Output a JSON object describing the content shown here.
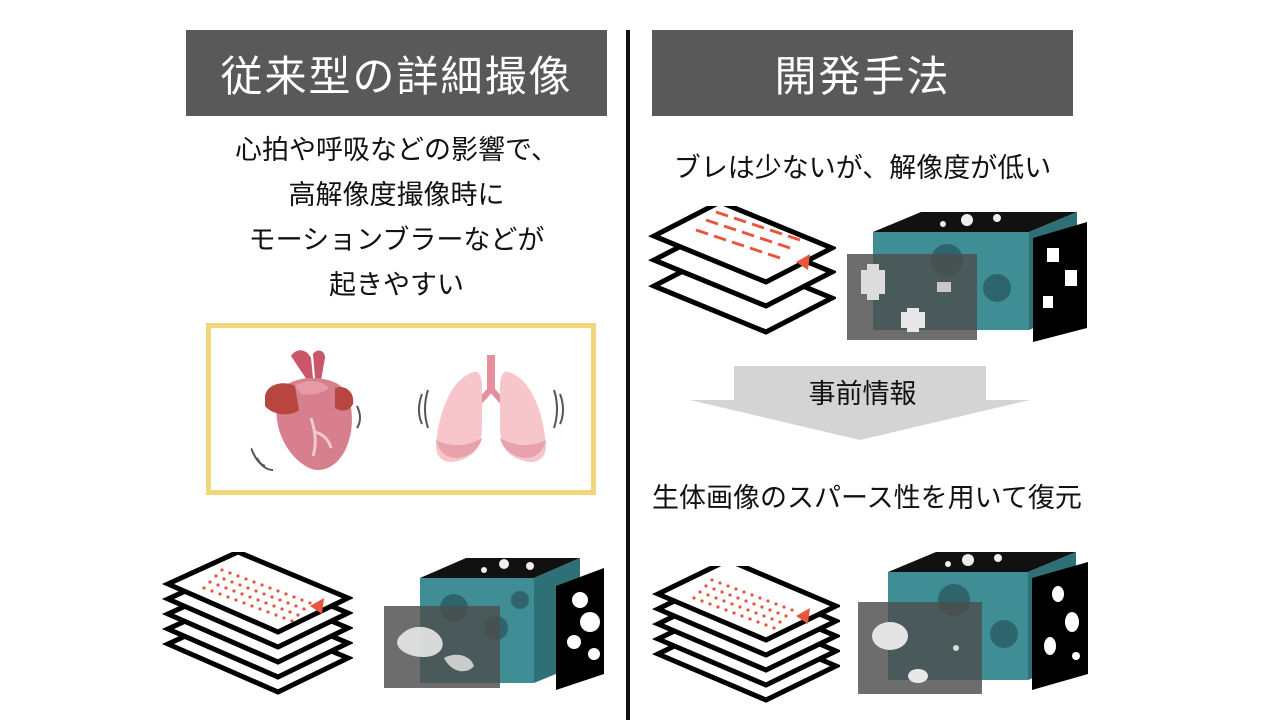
{
  "left": {
    "header": "従来型の詳細撮像",
    "description": [
      "心拍や呼吸などの影響で、",
      "高解像度撮像時に",
      "モーションブラーなどが",
      "起きやすい"
    ]
  },
  "right": {
    "header": "開発手法",
    "top_caption": "ブレは少ないが、解像度が低い",
    "arrow_label": "事前情報",
    "bottom_caption": "生体画像のスパース性を用いて復元"
  },
  "colors": {
    "header_bg": "#595959",
    "accent_red": "#e8553d",
    "frame_yellow": "#f2d77a",
    "cube_teal": "#3f8e96",
    "arrow_gray": "#d4d4d4"
  },
  "icons": {
    "heart": "heart-icon",
    "lungs": "lungs-icon"
  }
}
